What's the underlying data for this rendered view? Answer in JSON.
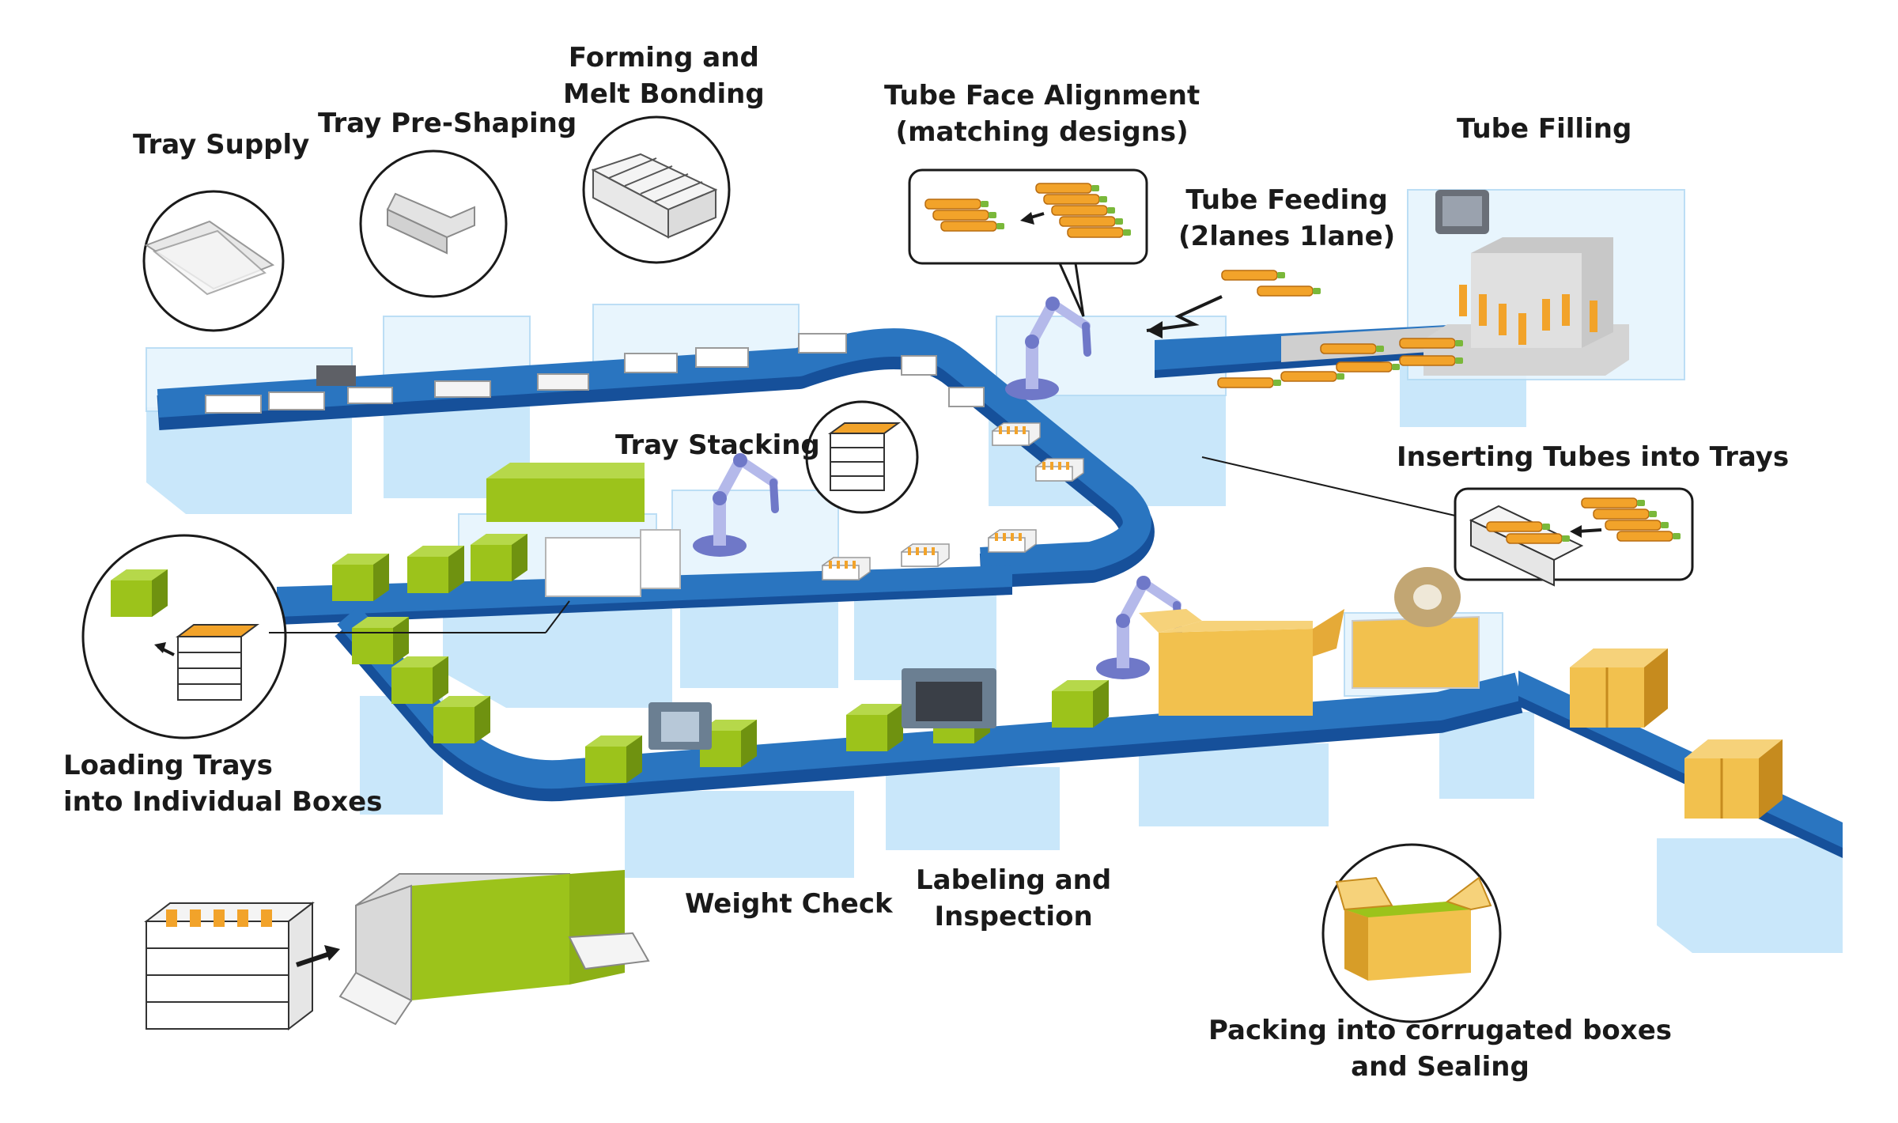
{
  "labels": {
    "tray_supply": "Tray Supply",
    "tray_pre_shaping": "Tray Pre-Shaping",
    "forming": {
      "line1": "Forming and",
      "line2": "Melt Bonding"
    },
    "tube_face_alignment": {
      "line1": "Tube Face Alignment",
      "line2": "(matching designs)"
    },
    "tube_feeding": {
      "line1": "Tube Feeding",
      "line2": "(2lanes  1lane)"
    },
    "tube_filling": "Tube Filling",
    "tray_stacking": "Tray Stacking",
    "inserting_tubes": "Inserting Tubes into Trays",
    "loading_trays": {
      "line1": "Loading Trays",
      "line2": "into Individual Boxes"
    },
    "weight_check": "Weight Check",
    "labeling": {
      "line1": "Labeling and",
      "line2": "Inspection"
    },
    "packing": {
      "line1": "Packing into corrugated boxes",
      "line2": "and Sealing"
    }
  },
  "colors": {
    "conveyor_top": "#2a75c0",
    "conveyor_side": "#16509a",
    "machine_body": "#c9e7fa",
    "glass": "#e6f4fd",
    "product_box": "#9cc31b",
    "product_box_dark": "#6f9210",
    "tube": "#f2a32a",
    "tube_cap": "#7ab83a",
    "carton": "#f2c14e",
    "carton_dark": "#d79d28",
    "robot": "#8b92d6"
  },
  "icons": [
    "robot-arm-icon",
    "tube-icon",
    "tray-icon",
    "carton-icon",
    "tape-roll-icon",
    "arrow-icon"
  ]
}
